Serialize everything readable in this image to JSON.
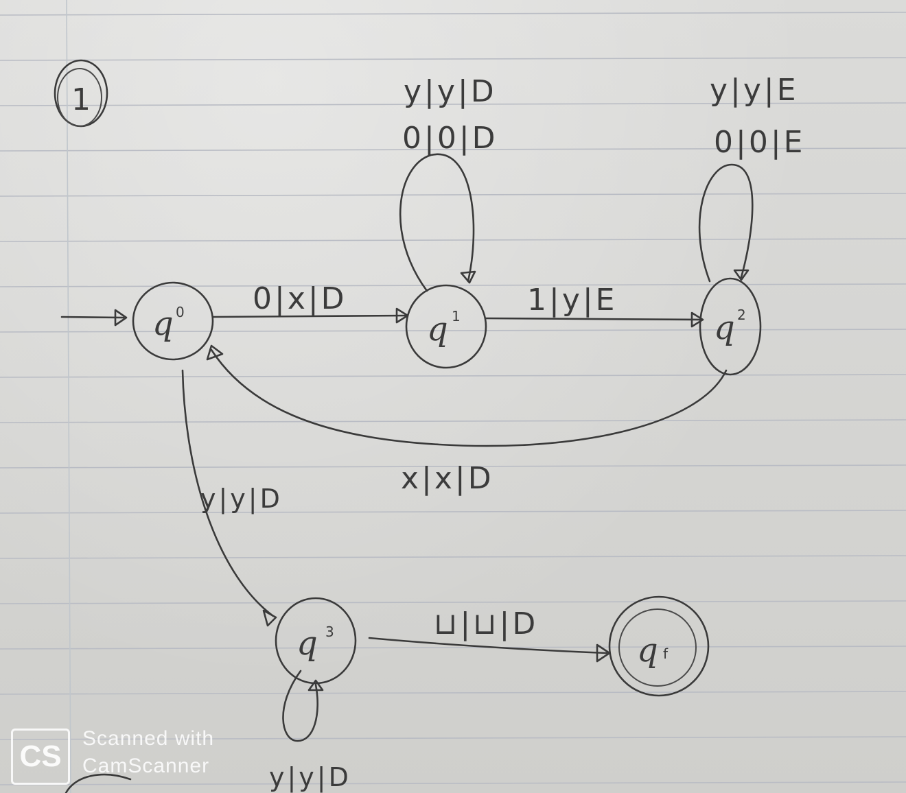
{
  "page_number": "1",
  "states": {
    "q0": "q",
    "q0_sub": "0",
    "q1": "q",
    "q1_sub": "1",
    "q2": "q",
    "q2_sub": "2",
    "q3": "q",
    "q3_sub": "3",
    "qf": "q",
    "qf_sub": "f"
  },
  "transitions": {
    "q1_loop_top": "y|y|D",
    "q1_loop_bottom": "0|0|D",
    "q2_loop_top": "y|y|E",
    "q2_loop_bottom": "0|0|E",
    "q0_to_q1": "0|x|D",
    "q1_to_q2": "1|y|E",
    "q2_to_q0": "x|x|D",
    "q0_to_q3": "y|y|D",
    "q3_to_qf": "⊔|⊔|D",
    "q3_loop": "y|y|D"
  },
  "watermark": {
    "badge": "CS",
    "line1": "Scanned with",
    "line2": "CamScanner"
  },
  "colors": {
    "ink": "#3a3a3a",
    "paper": "#d6d6d4",
    "rule": "#b9bcc4"
  }
}
